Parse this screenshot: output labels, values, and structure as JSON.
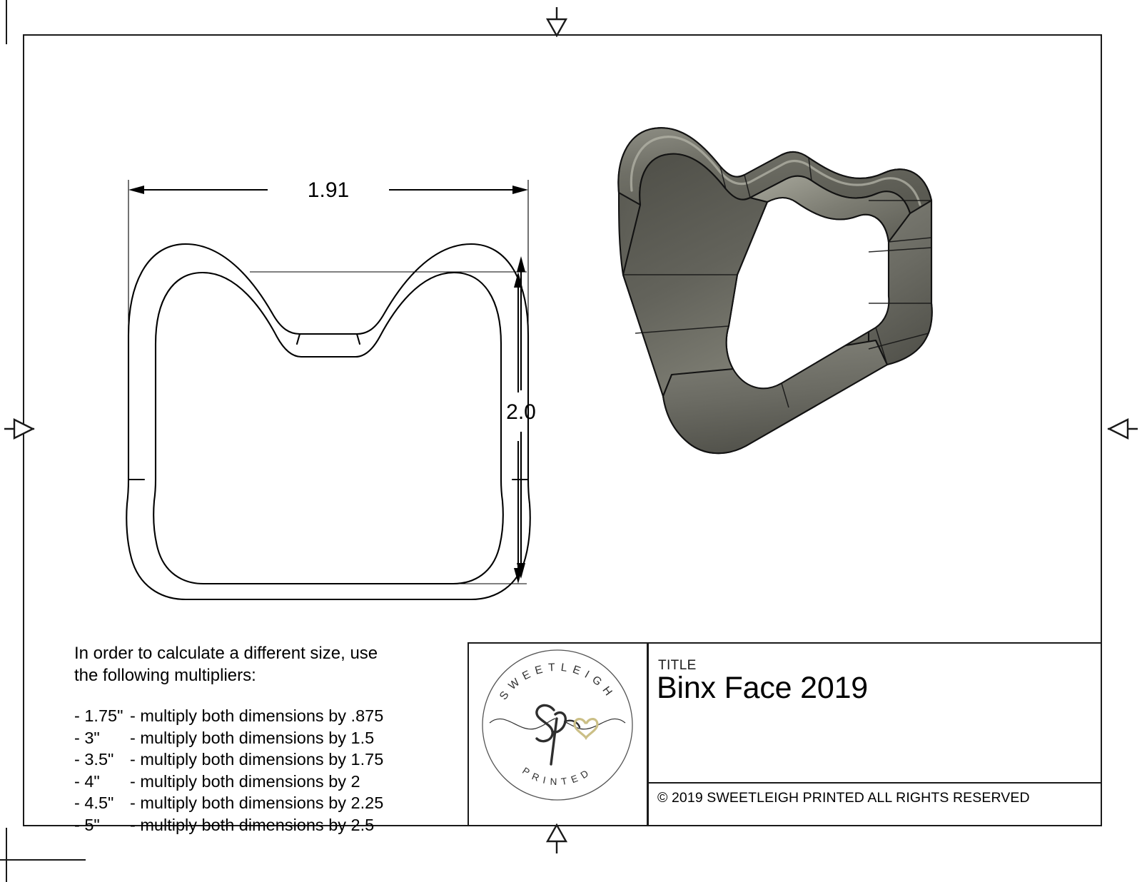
{
  "document": {
    "type": "engineering-drawing",
    "sheet_background": "#ffffff",
    "line_color": "#1a1a1a"
  },
  "dimensions": {
    "width_label": "1.91",
    "height_label": "2.0"
  },
  "notes": {
    "heading_line1": "In order to calculate a different size, use",
    "heading_line2": "the following multipliers:",
    "items": [
      {
        "size": "- 1.75\"",
        "text": "- multiply both dimensions by .875"
      },
      {
        "size": "- 3\"",
        "text": "- multiply both dimensions by 1.5"
      },
      {
        "size": "- 3.5\"",
        "text": "- multiply both dimensions by 1.75"
      },
      {
        "size": "- 4\"",
        "text": "- multiply both dimensions by 2"
      },
      {
        "size": "- 4.5\"",
        "text": "- multiply both dimensions by 2.25"
      },
      {
        "size": "- 5\"",
        "text": "- multiply both dimensions by 2.5"
      }
    ]
  },
  "title_block": {
    "title_label": "TITLE",
    "title_value": "Binx Face 2019",
    "copyright": "© 2019  SWEETLEIGH PRINTED  ALL RIGHTS RESERVED"
  },
  "logo": {
    "top_arc_text": "SWEETLEIGH",
    "bottom_arc_text": "PRINTED",
    "monogram": "sp",
    "heart_color": "#cbbf86",
    "script_color": "#2e2e2e",
    "circle_color": "#555555"
  },
  "model": {
    "name": "cat-face-cookie-cutter",
    "body_color": "#6e6e66",
    "highlight_color": "#9a9a90",
    "shadow_color": "#4a4a44",
    "edge_color": "#141414"
  },
  "center_marks": {
    "top": "center-mark-triangle-down",
    "bottom": "center-mark-triangle-up",
    "left": "center-mark-triangle-right",
    "right": "center-mark-triangle-left"
  }
}
